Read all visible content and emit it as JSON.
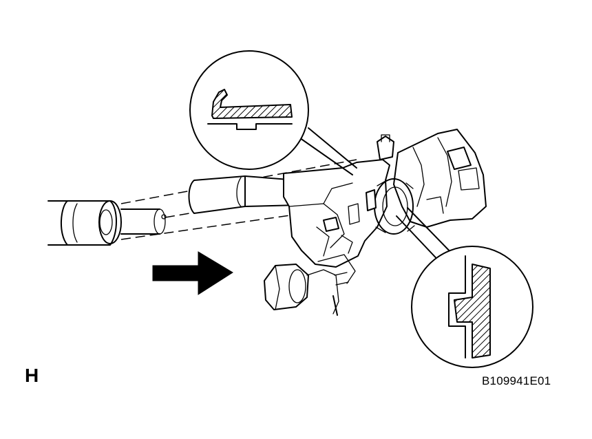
{
  "figure": {
    "view_label": "H",
    "figure_code": "B109941E01"
  },
  "colors": {
    "ink": "#000000",
    "paper": "#ffffff"
  },
  "icons": {
    "direction_arrow": "arrow-right-icon",
    "hatching": "hatch-pattern"
  }
}
